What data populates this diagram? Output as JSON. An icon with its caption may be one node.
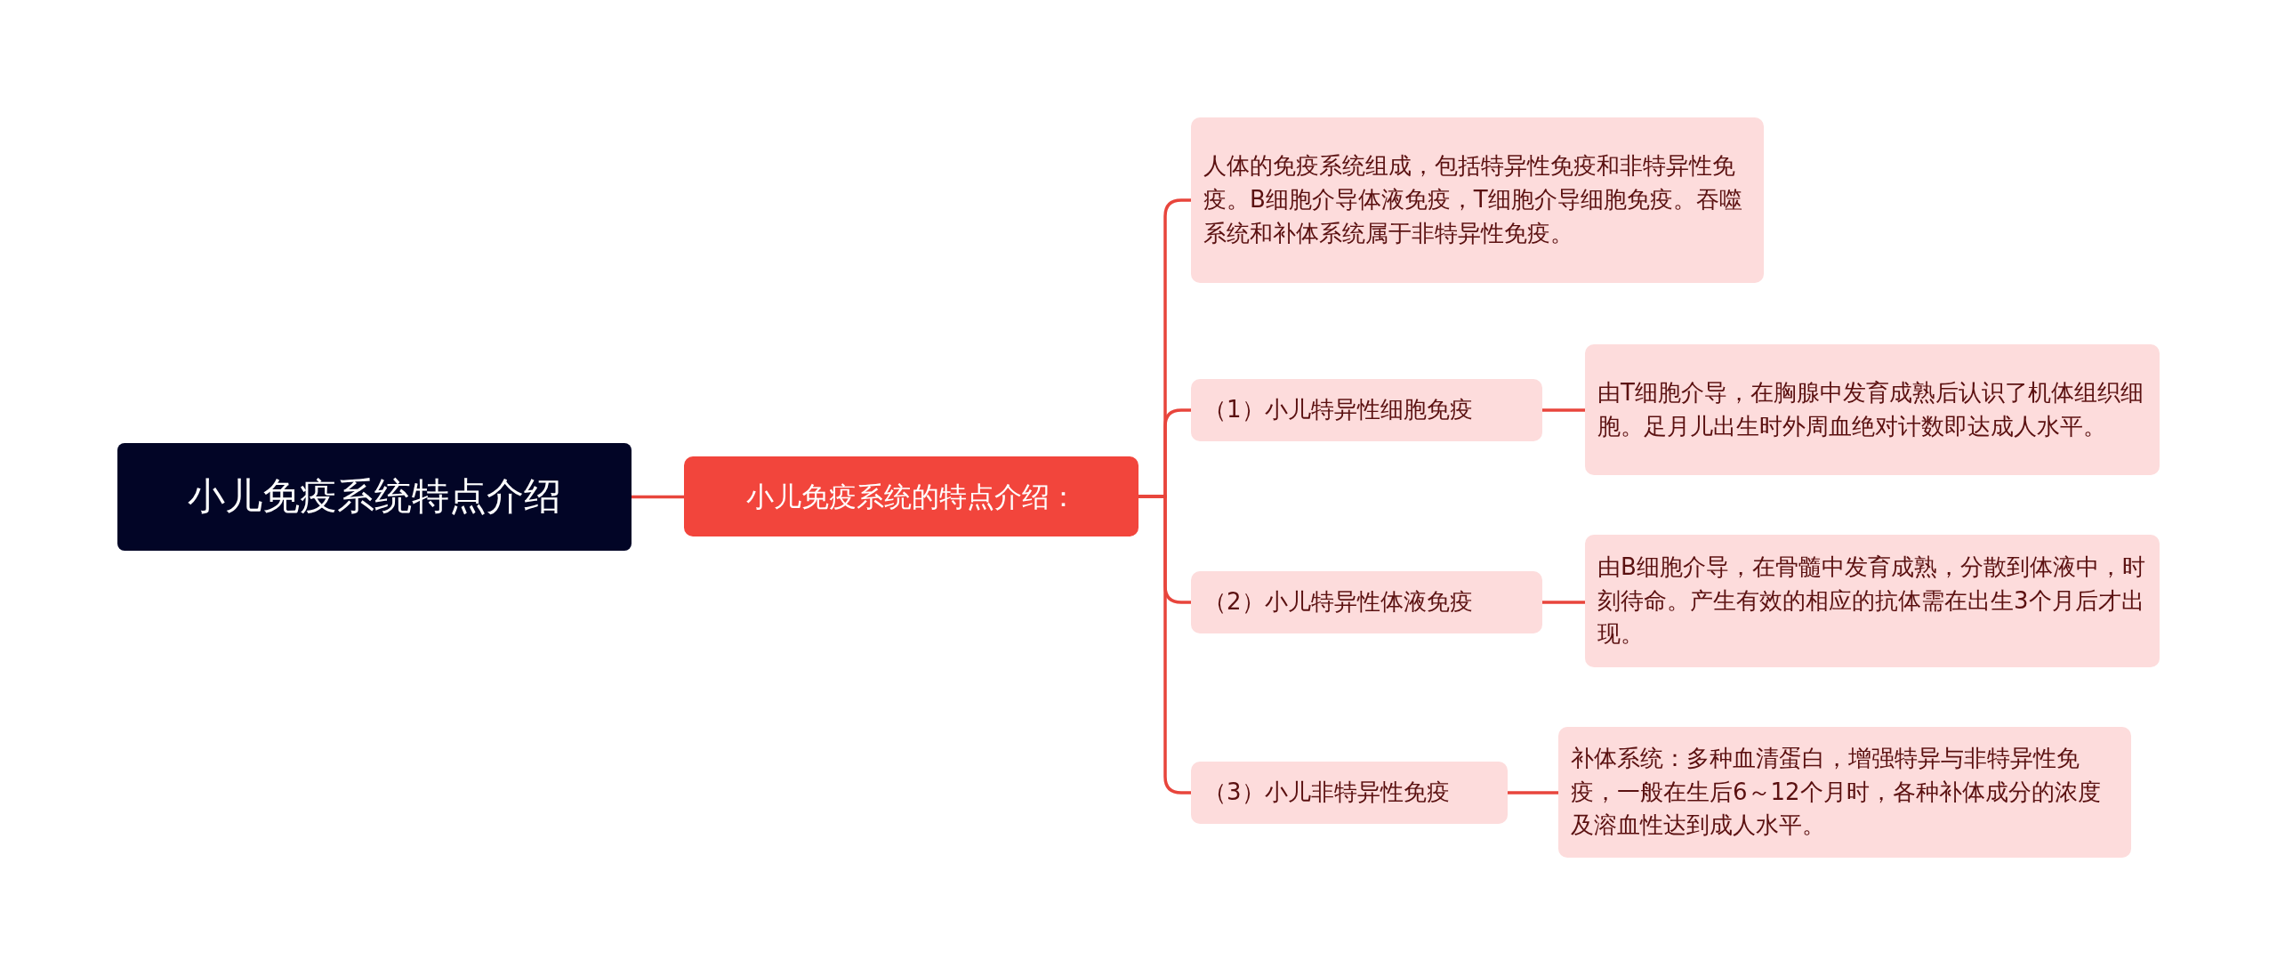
{
  "diagram": {
    "nodes": [
      {
        "text": [
          "小儿免疫系统特点介绍"
        ]
      },
      {
        "text": [
          "小儿免疫系统的特点介绍："
        ]
      },
      {
        "text": [
          "人体的免疫系统组成，包括特异性免疫和非特异性免疫。B细胞介导体液免疫，T细胞介导细胞免疫。吞噬系统和补体系统属于非特异性免疫。"
        ]
      },
      {
        "text": [
          "（1）小儿特异性细胞免疫"
        ]
      },
      {
        "text": [
          "由T细胞介导，在胸腺中发育成熟后认识了机体组织细胞。足月儿出生时外周血绝对计数即达成人水平。"
        ]
      },
      {
        "text": [
          "（2）小儿特异性体液免疫"
        ]
      },
      {
        "text": [
          "由B细胞介导，在骨髓中发育成熟，分散到体液中，时刻待命。产生有效的相应的抗体需在出生3个月后才出现。"
        ]
      },
      {
        "text": [
          "（3）小儿非特异性免疫"
        ]
      },
      {
        "text": [
          "补体系统：多种血清蛋白，增强特异与非特异性免疫，一般在生后6～12个月时，各种补体成分的浓度及溶血性达到成人水平。"
        ]
      }
    ],
    "edges": [
      {
        "from": 0,
        "to": 1,
        "arrow": "none"
      },
      {
        "from": 1,
        "to": 2,
        "arrow": "none"
      },
      {
        "from": 1,
        "to": 3,
        "arrow": "none"
      },
      {
        "from": 1,
        "to": 5,
        "arrow": "none"
      },
      {
        "from": 1,
        "to": 7,
        "arrow": "none"
      },
      {
        "from": 3,
        "to": 4,
        "arrow": "none"
      },
      {
        "from": 5,
        "to": 6,
        "arrow": "none"
      },
      {
        "from": 7,
        "to": 8,
        "arrow": "none"
      }
    ]
  }
}
